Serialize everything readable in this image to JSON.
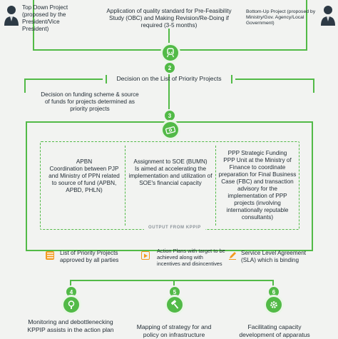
{
  "top": {
    "left_label": "Top Down Project (proposed by the President/Vice President)",
    "center_label": "Application of quality standard for Pre-Feasibility Study (OBC) and Making Revision/Re-Doing if required (3-5 months)",
    "right_label": "Bottom-Up Project (proposed by Ministry/Gov. Agency/Local Government)"
  },
  "step2": {
    "number": "2",
    "label": "Decision on the List of Priority Projects"
  },
  "step3": {
    "number": "3",
    "label": "Decision on funding scheme & source of funds for projects determined as priority projects"
  },
  "schemes": [
    {
      "title": "APBN",
      "body": "Coordination between PJP and Ministry of PPN related to source of fund (APBN, APBD, PHLN)"
    },
    {
      "title": "Assignment to SOE (BUMN)",
      "body": "Is aimed at accelerating the implementation and utilization of SOE's financial capacity"
    },
    {
      "title": "PPP Strategic Funding",
      "body": "PPP Unit at the Ministry of Finance to coordinate preparation for Final Business Case (FBC) and transaction advisory for the implementation of PPP projects (involving internationally reputable consultants)"
    }
  ],
  "output_label": "OUTPUT FROM KPPIP",
  "outputs": [
    {
      "icon": "list-icon",
      "text": "List of Priority Projects approved by all parties"
    },
    {
      "icon": "play-icon",
      "text": "Action Plans with target to be achieved along with incentives and disincentives"
    },
    {
      "icon": "pen-icon",
      "text": "Service Level Agreement (SLA) which is binding"
    }
  ],
  "bottom_steps": [
    {
      "number": "4",
      "icon": "magnifier-icon",
      "text": "Monitoring and debottlenecking KPPIP assists in the action plan"
    },
    {
      "number": "5",
      "icon": "gavel-icon",
      "text": "Mapping of strategy for and policy on infrastructure"
    },
    {
      "number": "6",
      "icon": "gear-icon",
      "text": "Facilitating capacity development of apparatus"
    }
  ],
  "colors": {
    "accent": "#52ba47",
    "output_icon": "#f39a1f",
    "text": "#1f2a33"
  }
}
